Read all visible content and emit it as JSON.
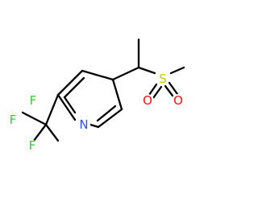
{
  "molecule": {
    "atoms": {
      "fluorine_top": "F",
      "fluorine_left": "F",
      "fluorine_bottom": "F",
      "nitrogen": "N",
      "sulfur": "S",
      "oxygen_left": "O",
      "oxygen_right": "O"
    },
    "colors": {
      "fluorine": "#33cc33",
      "nitrogen": "#3050f8",
      "sulfur": "#c8c800",
      "oxygen": "#ff0d0d",
      "bond": "#000000"
    }
  }
}
